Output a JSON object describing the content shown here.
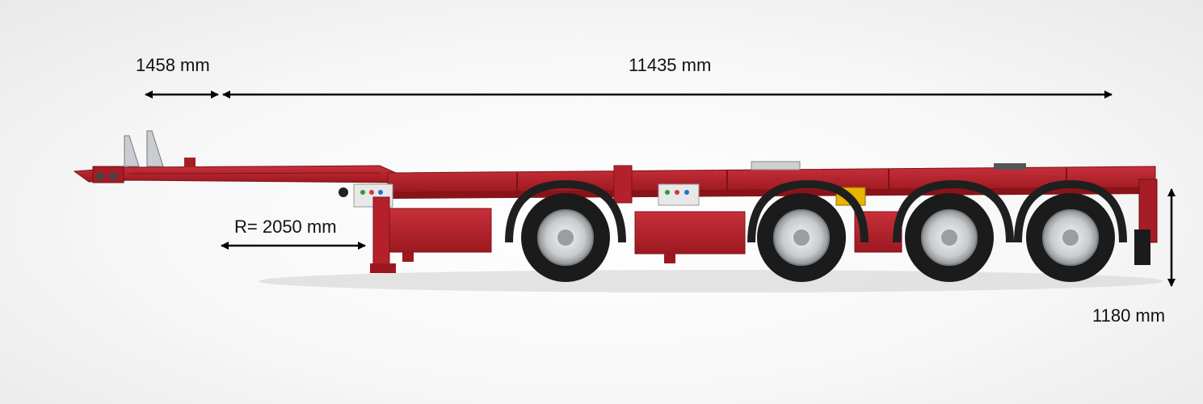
{
  "dimensions": {
    "front_overhang": "1458 mm",
    "wheelbase": "11435 mm",
    "swing_radius": "R= 2050 mm",
    "coupling_height": "1180 mm"
  },
  "colors": {
    "chassis_red": "#b5212a",
    "chassis_dark_red": "#8a1219",
    "tire": "#1b1b1b",
    "rim": "#cfd3d6",
    "arrow": "#000000"
  }
}
